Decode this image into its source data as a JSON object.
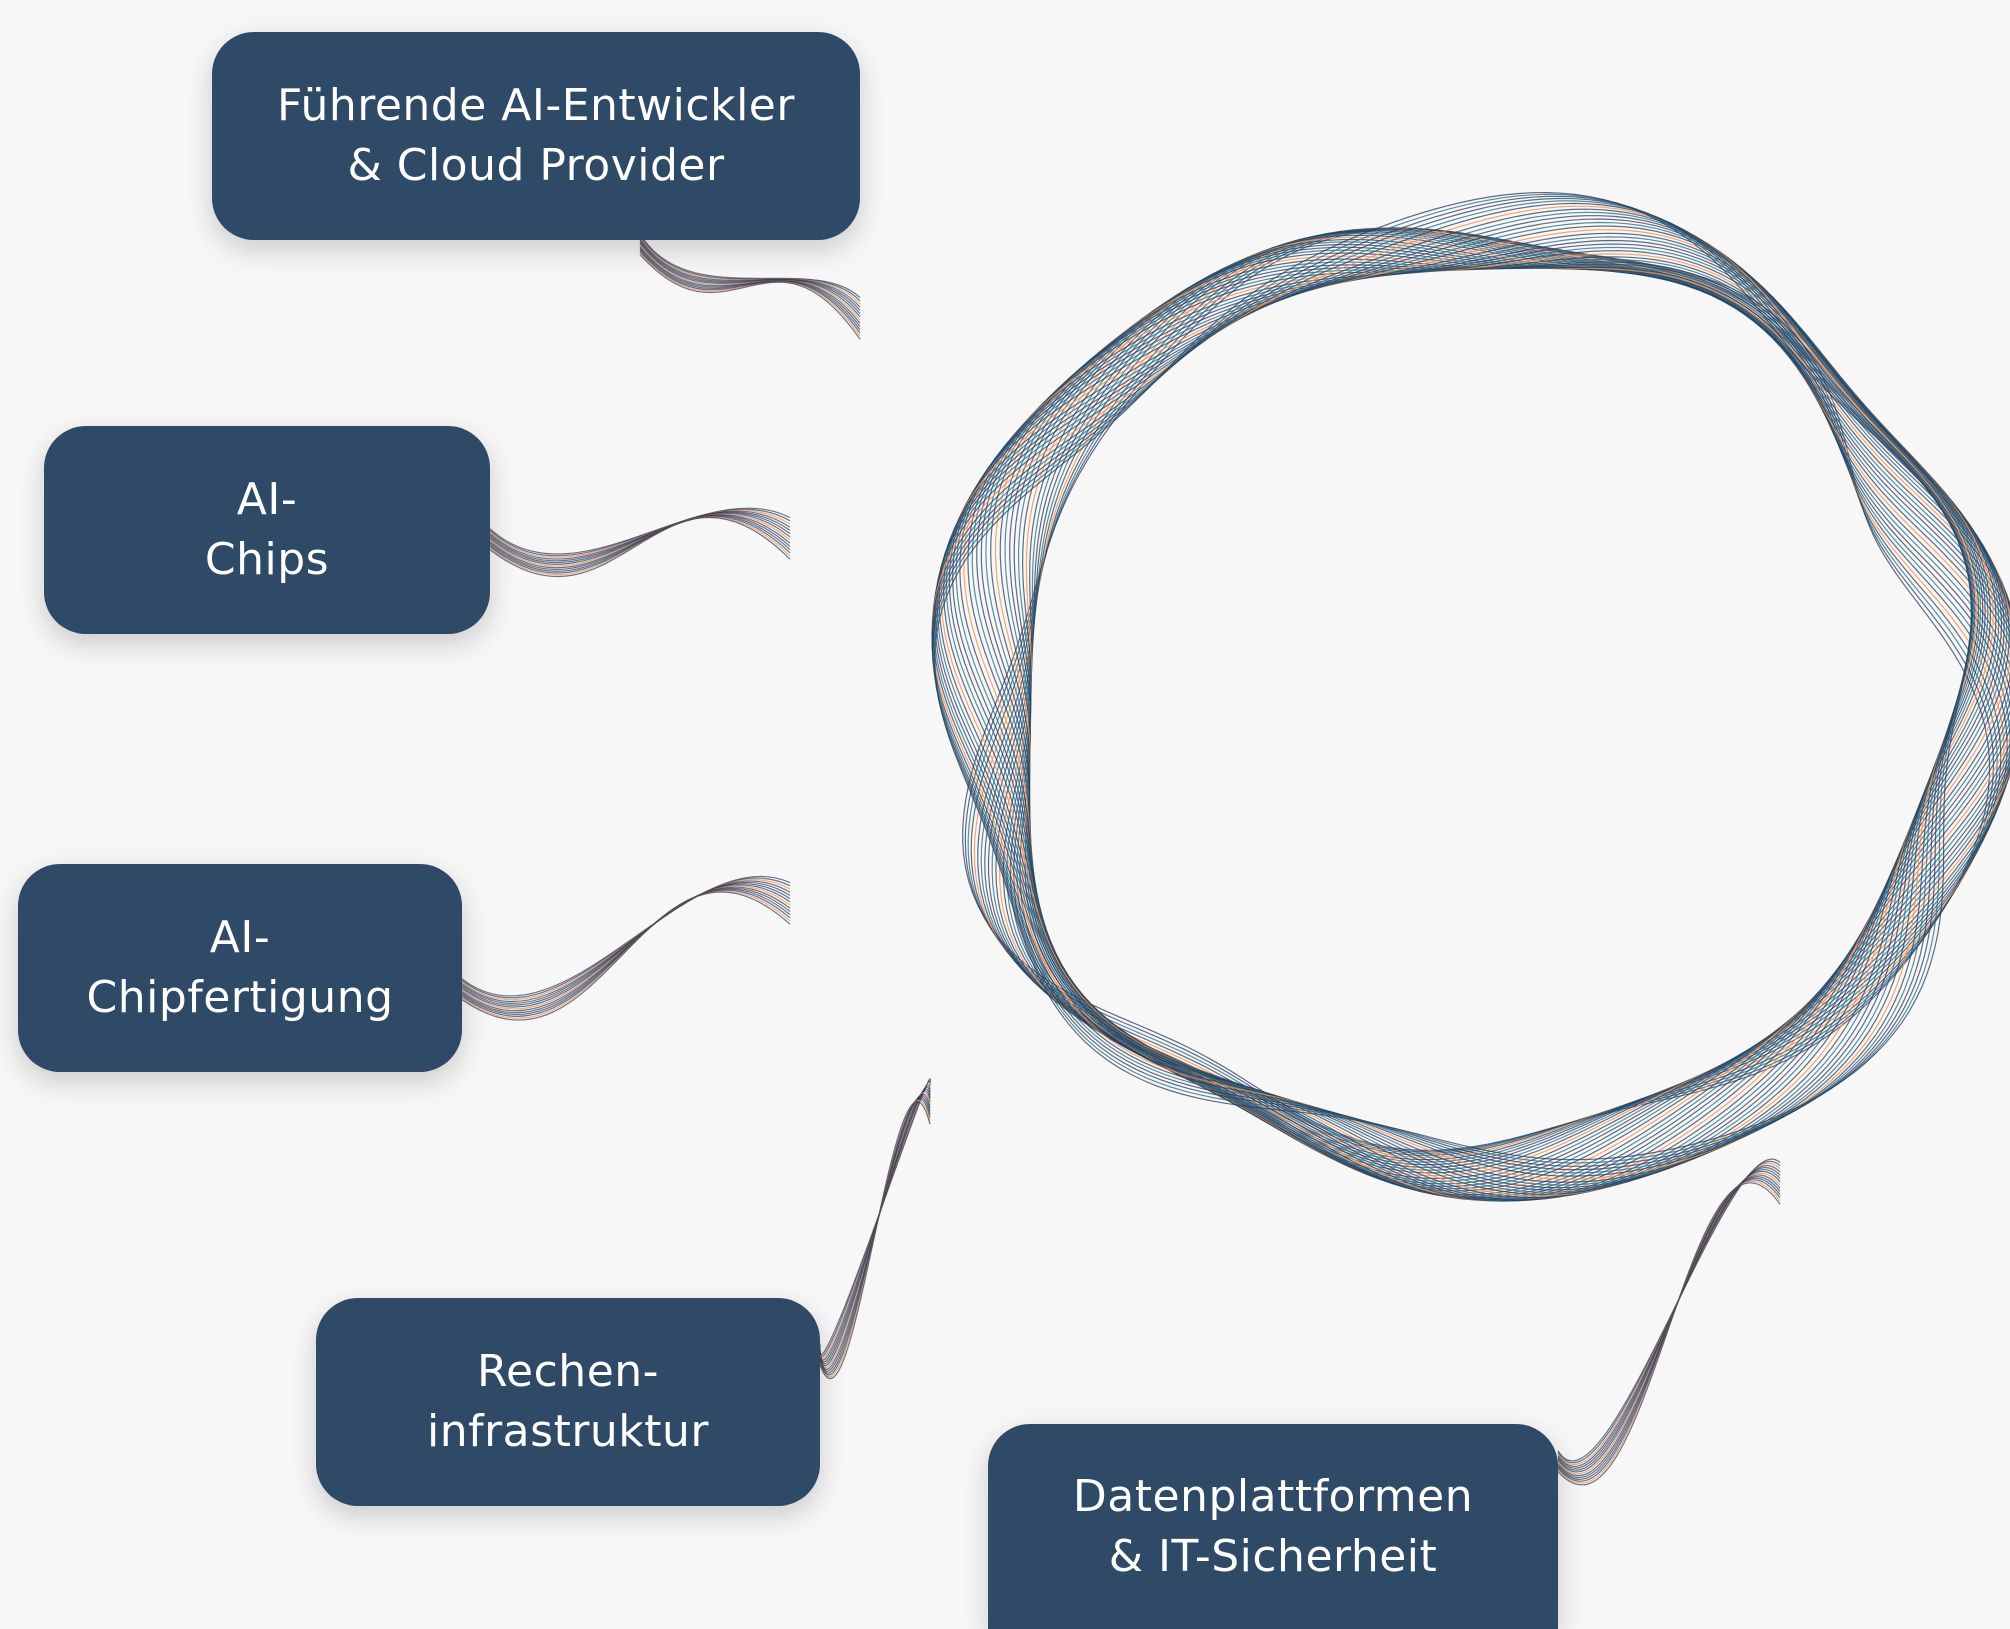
{
  "colors": {
    "background": "#f7f7f7",
    "box": "#2e4a66",
    "box_text": "#ffffff",
    "wave_navy": "#2b3a5c",
    "wave_teal": "#1f6b80",
    "wave_orange": "#f28a3c"
  },
  "boxes": [
    {
      "line1": "Führende AI-Entwickler",
      "line2": "& Cloud Provider"
    },
    {
      "line1": "AI-",
      "line2": "Chips"
    },
    {
      "line1": "AI-",
      "line2": "Chipfertigung"
    },
    {
      "line1": "Rechen-",
      "line2": "infrastruktur"
    },
    {
      "line1": "Datenplattformen",
      "line2": "& IT-Sicherheit"
    }
  ]
}
